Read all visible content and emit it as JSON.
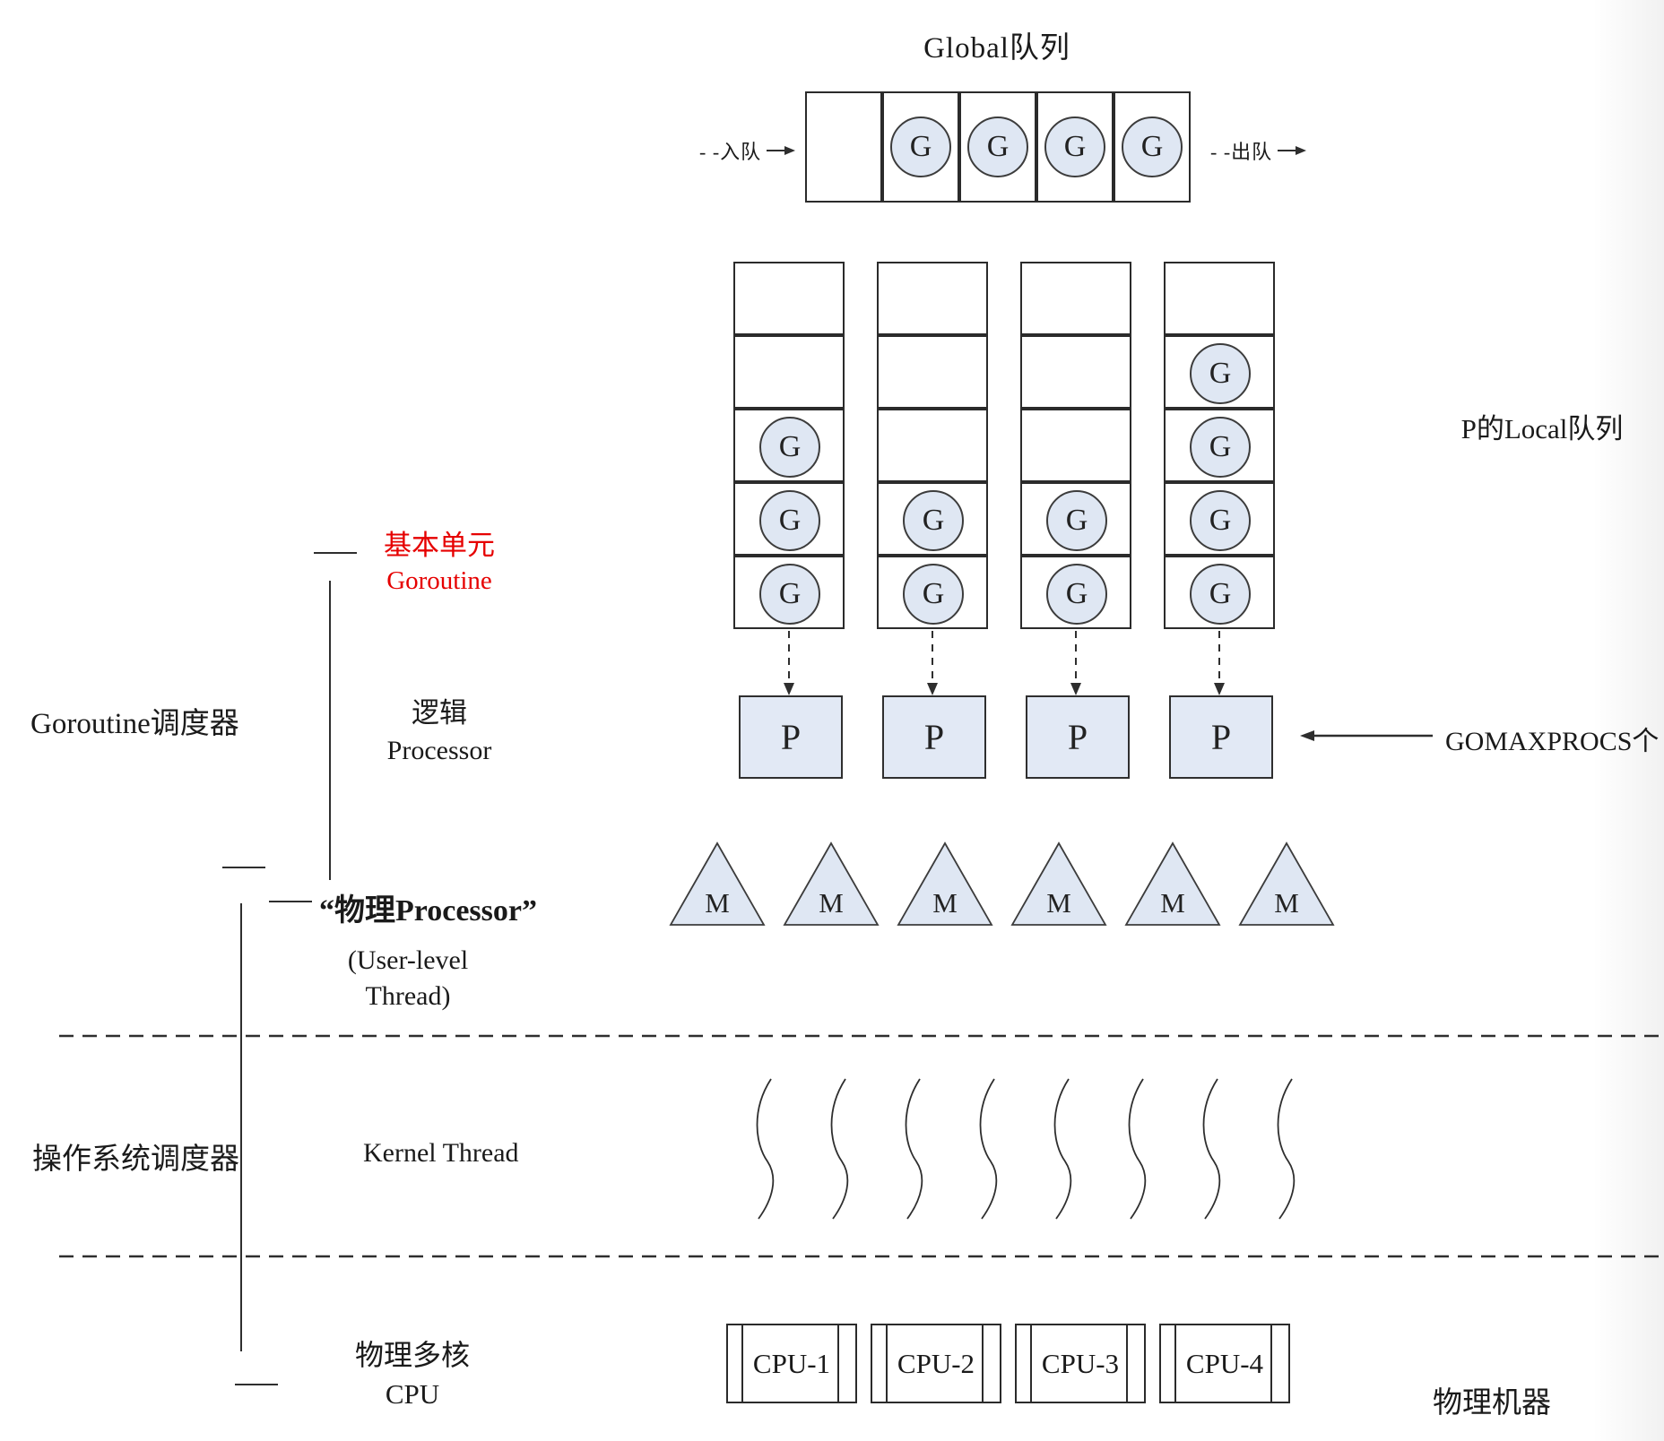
{
  "colors": {
    "node_fill": "#dfe7f3",
    "stroke": "#2e2e2e",
    "accent_red": "#e60000"
  },
  "global_queue": {
    "title": "Global队列",
    "enqueue_label": "- -入队",
    "dequeue_label": "- -出队",
    "node_letter": "G",
    "cells": [
      false,
      true,
      true,
      true,
      true
    ]
  },
  "local_queues": {
    "label": "P的Local队列",
    "node_letter": "G",
    "columns": [
      [
        false,
        false,
        true,
        true,
        true
      ],
      [
        false,
        false,
        false,
        true,
        true
      ],
      [
        false,
        false,
        false,
        true,
        true
      ],
      [
        false,
        true,
        true,
        true,
        true
      ]
    ]
  },
  "processors": {
    "letter": "P",
    "count": 4,
    "gomaxprocs_label": "GOMAXPROCS个"
  },
  "machine_threads": {
    "letter": "M",
    "count": 6
  },
  "kernel_waves": {
    "count": 8
  },
  "cpus": {
    "items": [
      "CPU-1",
      "CPU-2",
      "CPU-3",
      "CPU-4"
    ]
  },
  "labels": {
    "basic_unit_line1": "基本单元",
    "basic_unit_line2": "Goroutine",
    "logic_line1": "逻辑",
    "logic_line2": "Processor",
    "goroutine_scheduler": "Goroutine调度器",
    "physical_processor": "“物理Processor”",
    "user_level_line1": "(User-level",
    "user_level_line2": "Thread)",
    "os_scheduler": "操作系统调度器",
    "kernel_thread": "Kernel Thread",
    "physical_cpu_line1": "物理多核",
    "physical_cpu_line2": "CPU",
    "physical_machine": "物理机器"
  }
}
